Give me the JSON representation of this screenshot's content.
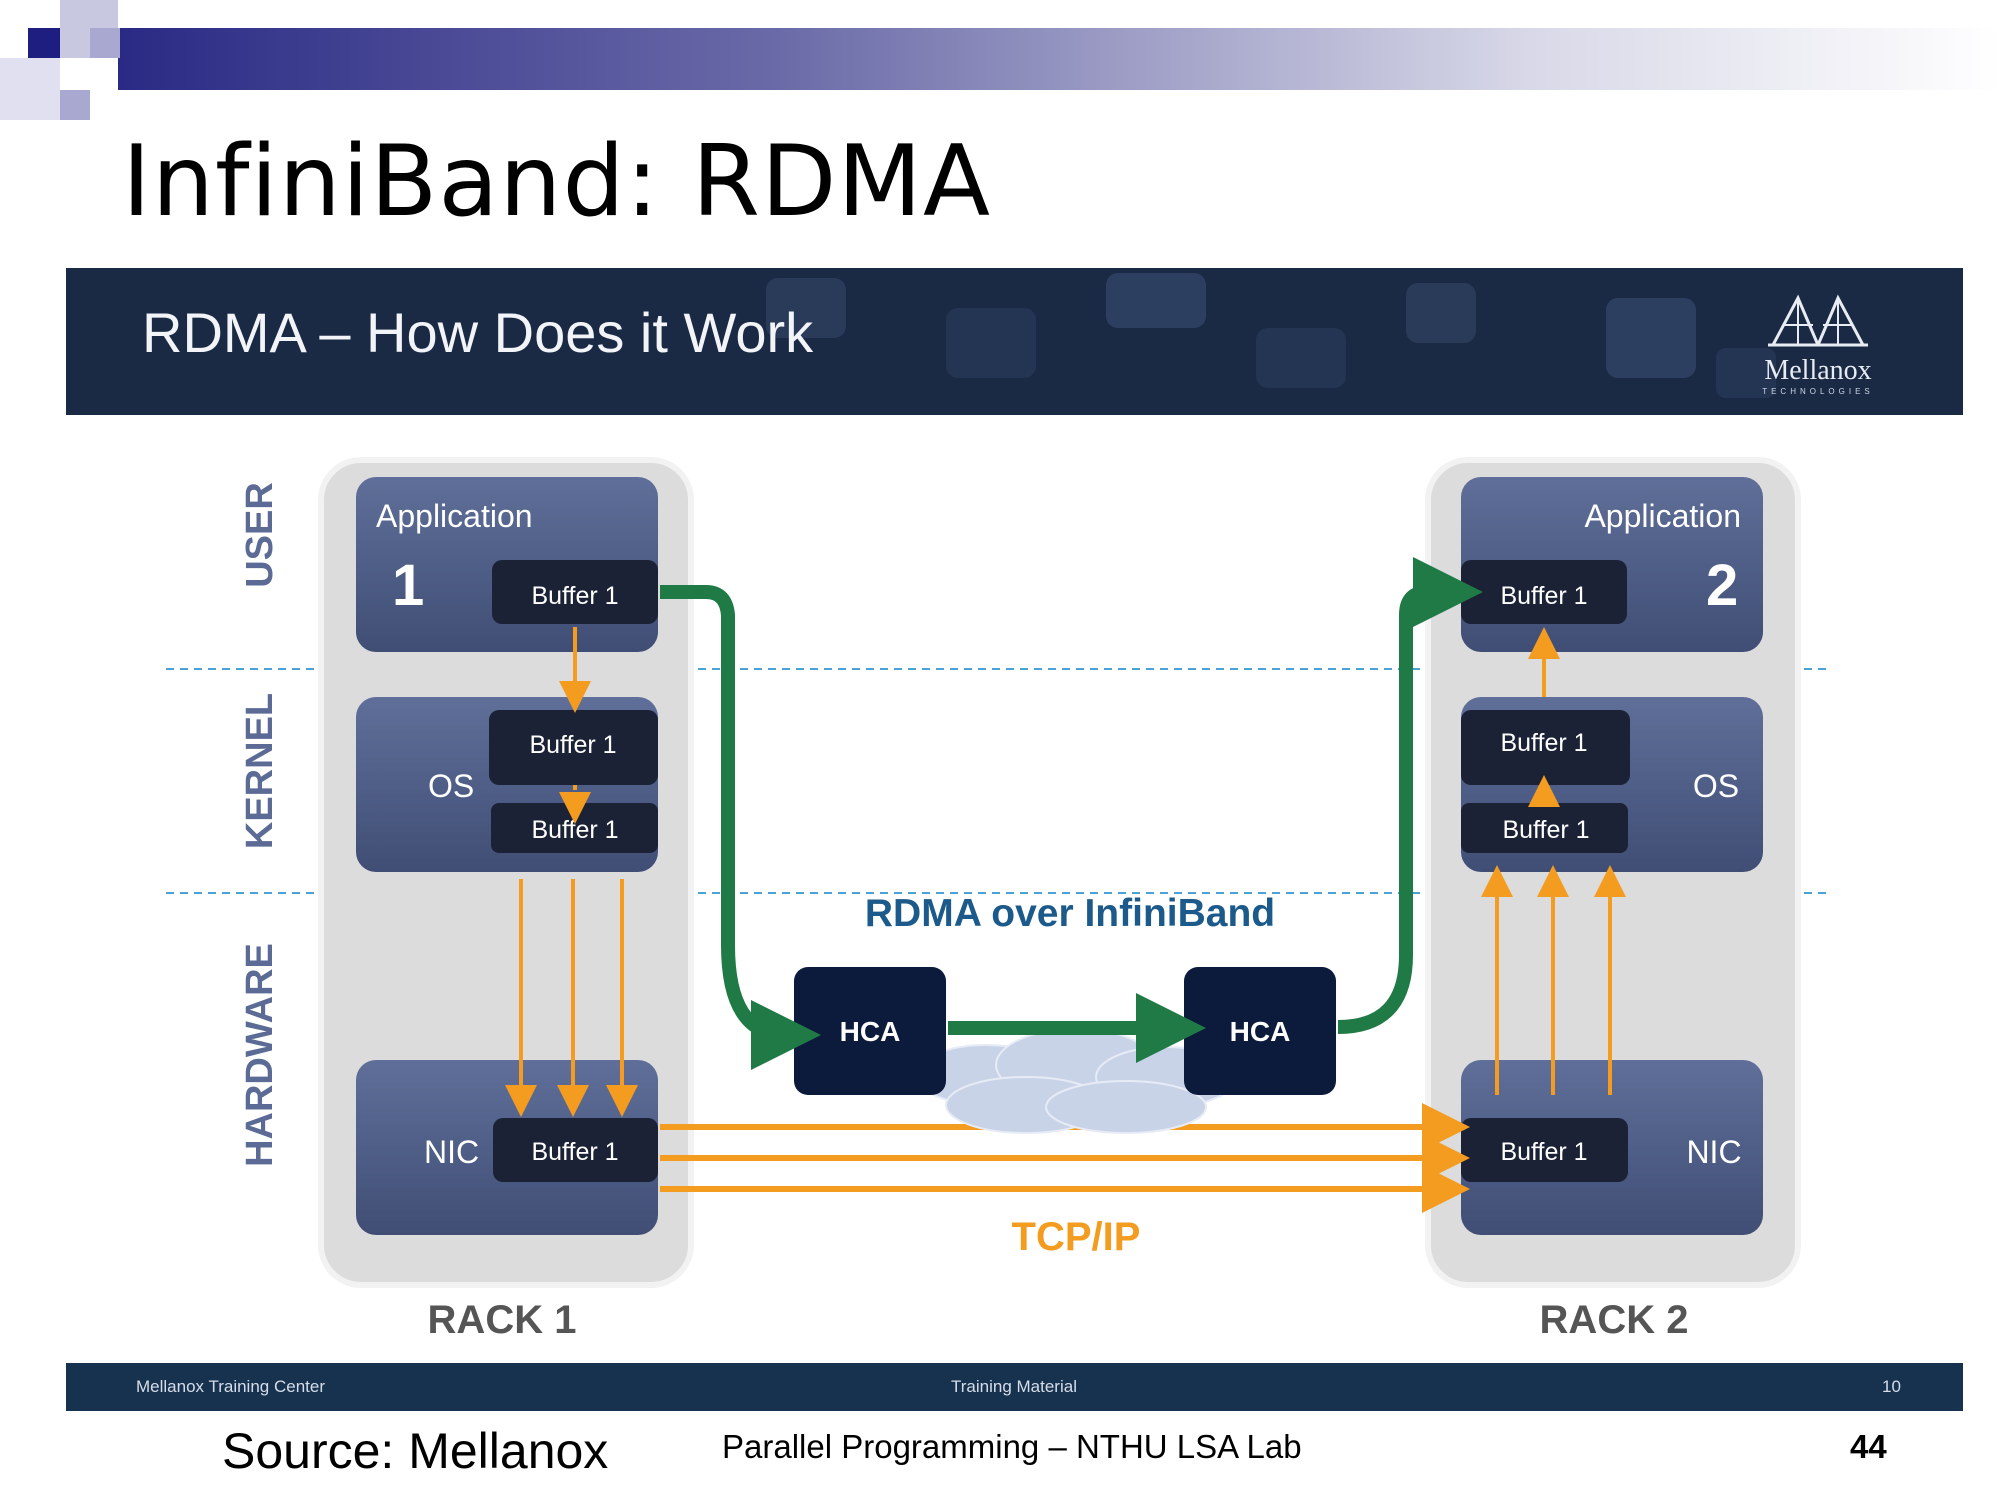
{
  "slide": {
    "title": "InfiniBand: RDMA",
    "source": "Source: Mellanox",
    "course": "Parallel Programming – NTHU LSA Lab",
    "page_number": "44"
  },
  "banner": {
    "title": "RDMA – How Does it Work",
    "logo_text": "Mellanox",
    "logo_subtext": "TECHNOLOGIES"
  },
  "layers": {
    "user": "USER",
    "kernel": "KERNEL",
    "hardware": "HARDWARE"
  },
  "rack1": {
    "label": "RACK 1",
    "app_title": "Application",
    "app_number": "1",
    "app_buffer": "Buffer 1",
    "os_label": "OS",
    "os_buffer_top": "Buffer 1",
    "os_buffer_bottom": "Buffer 1",
    "nic_label": "NIC",
    "nic_buffer": "Buffer 1"
  },
  "rack2": {
    "label": "RACK 2",
    "app_title": "Application",
    "app_number": "2",
    "app_buffer": "Buffer 1",
    "os_label": "OS",
    "os_buffer_top": "Buffer 1",
    "os_buffer_bottom": "Buffer 1",
    "nic_label": "NIC",
    "nic_buffer": "Buffer 1"
  },
  "network": {
    "rdma_label": "RDMA over InfiniBand",
    "hca_left": "HCA",
    "hca_right": "HCA",
    "tcp_label": "TCP/IP"
  },
  "inner_footer": {
    "left": "Mellanox Training Center",
    "center": "Training Material",
    "right": "10"
  },
  "colors": {
    "banner": "#1b2a44",
    "box_blue": "#4f5e86",
    "buffer_dark": "#1b2236",
    "rdma_green": "#1f7a45",
    "tcp_orange": "#f39c1f",
    "label_blue": "#1b5a8a"
  }
}
